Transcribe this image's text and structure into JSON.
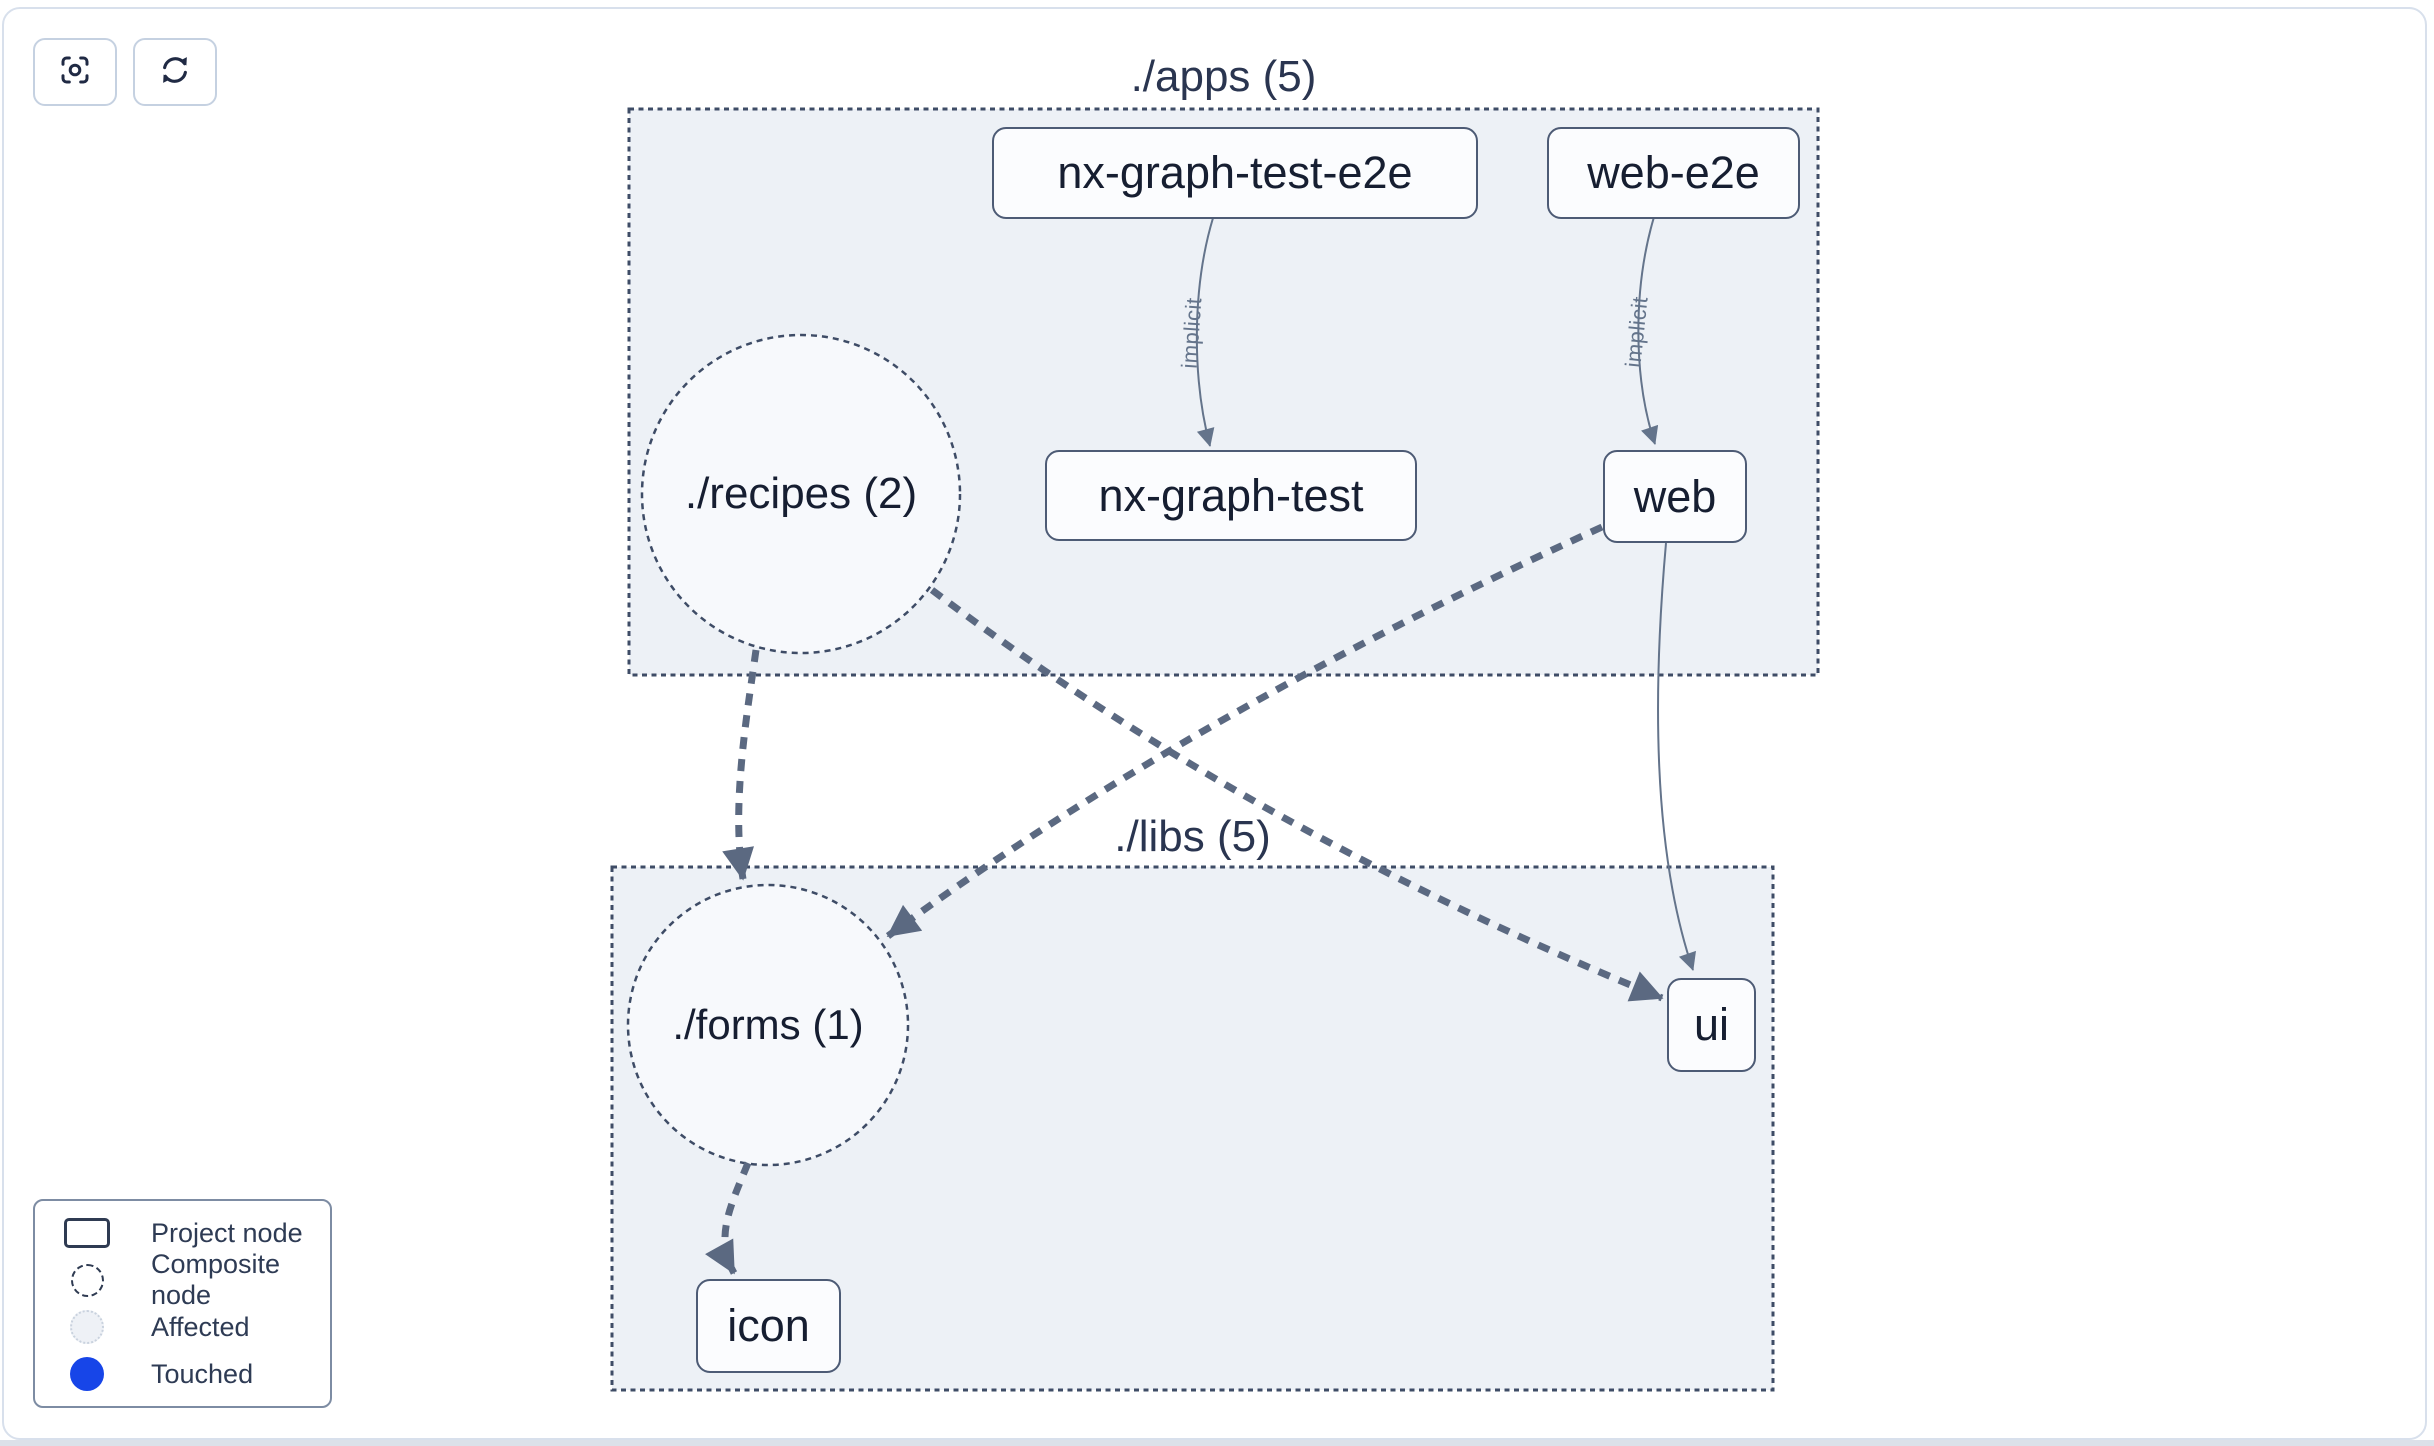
{
  "toolbar": {
    "buttons": [
      {
        "name": "focus",
        "icon": "focus-icon"
      },
      {
        "name": "refresh",
        "icon": "refresh-icon"
      }
    ]
  },
  "groups": [
    {
      "id": "apps",
      "label": "./apps (5)"
    },
    {
      "id": "libs",
      "label": "./libs (5)"
    }
  ],
  "composite_nodes": [
    {
      "id": "recipes",
      "label": "./recipes (2)"
    },
    {
      "id": "forms",
      "label": "./forms (1)"
    }
  ],
  "project_nodes": [
    {
      "id": "nx-graph-test-e2e",
      "label": "nx-graph-test-e2e"
    },
    {
      "id": "web-e2e",
      "label": "web-e2e"
    },
    {
      "id": "nx-graph-test",
      "label": "nx-graph-test"
    },
    {
      "id": "web",
      "label": "web"
    },
    {
      "id": "ui",
      "label": "ui"
    },
    {
      "id": "icon",
      "label": "icon"
    }
  ],
  "edges": [
    {
      "from": "nx-graph-test-e2e",
      "to": "nx-graph-test",
      "type": "implicit",
      "label": "implicit",
      "style": "solid-thin"
    },
    {
      "from": "web-e2e",
      "to": "web",
      "type": "implicit",
      "label": "implicit",
      "style": "solid-thin"
    },
    {
      "from": "./recipes (2)",
      "to": "./forms (1)",
      "type": "dependency",
      "label": "",
      "style": "dashed-thick"
    },
    {
      "from": "./recipes (2)",
      "to": "ui",
      "type": "dependency",
      "label": "",
      "style": "dashed-thick"
    },
    {
      "from": "web",
      "to": "./forms (1)",
      "type": "dependency",
      "label": "",
      "style": "dashed-thick"
    },
    {
      "from": "web",
      "to": "ui",
      "type": "dependency",
      "label": "",
      "style": "solid-thin"
    },
    {
      "from": "./forms (1)",
      "to": "icon",
      "type": "dependency",
      "label": "",
      "style": "dashed-thick"
    }
  ],
  "legend": {
    "items": [
      {
        "label": "Project node",
        "swatch": "project-node-swatch"
      },
      {
        "label": "Composite node",
        "swatch": "composite-node-swatch"
      },
      {
        "label": "Affected",
        "swatch": "affected-swatch"
      },
      {
        "label": "Touched",
        "swatch": "touched-swatch"
      }
    ]
  },
  "colors": {
    "touched_blue": "#1745e8",
    "group_fill": "#edf1f6",
    "edge_thick": "#5b6981",
    "edge_thin": "#64748b",
    "node_border": "#4d5b75",
    "text_dark": "#161e31"
  }
}
